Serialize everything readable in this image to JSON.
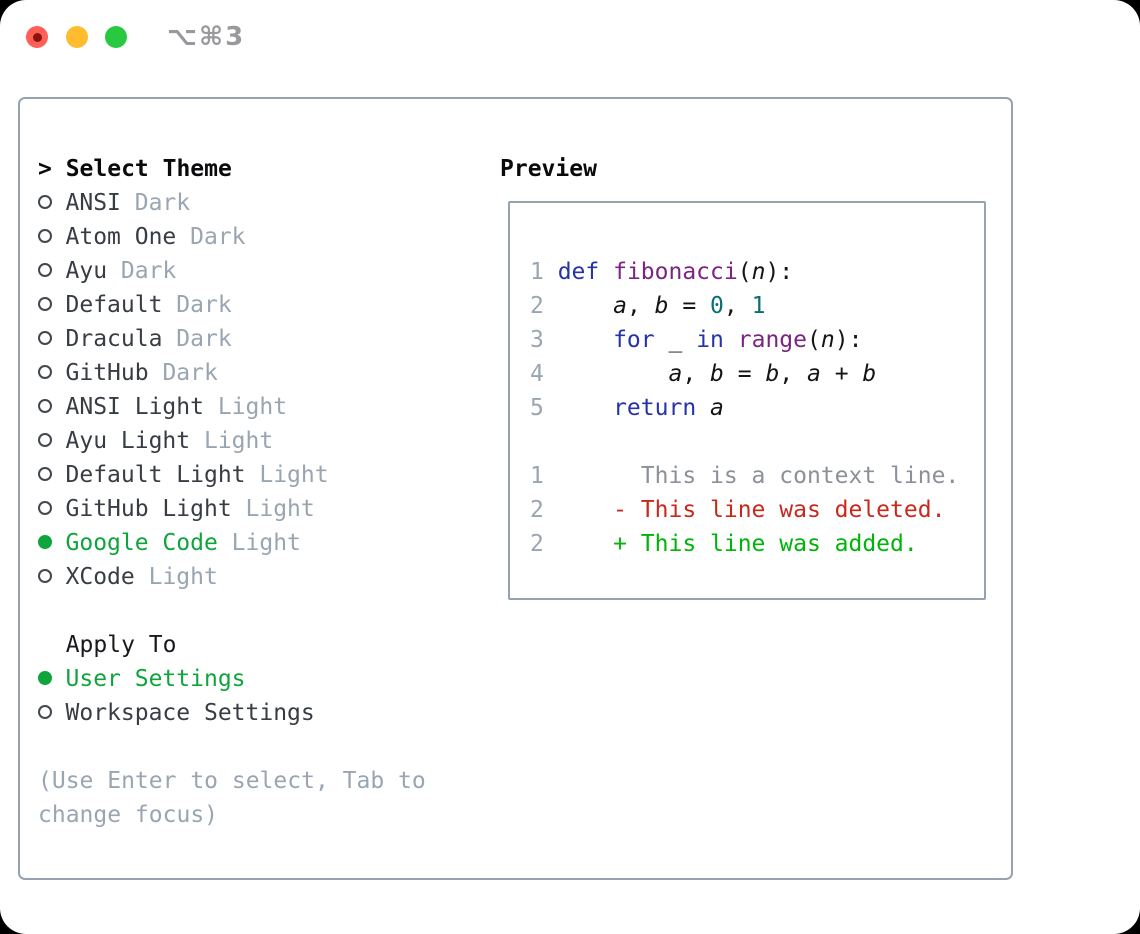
{
  "window": {
    "shortcut": "⌥⌘3",
    "controls": [
      {
        "name": "close",
        "color": "#ff5f57",
        "dot": true
      },
      {
        "name": "minimize",
        "color": "#febc2e",
        "dot": false
      },
      {
        "name": "zoom",
        "color": "#28c840",
        "dot": false
      }
    ]
  },
  "colors": {
    "accent_green": "#0fa53c",
    "diff_added": "#00b40a",
    "diff_deleted": "#c9291c",
    "diff_context": "#8b9099",
    "keyword_blue": "#2633a8",
    "function_purple": "#7c2483",
    "number_teal": "#0a6e74",
    "muted_slate": "#9aa5b2",
    "panel_border": "#97a2b0"
  },
  "picker": {
    "prompt": ">",
    "title": "Select Theme",
    "themes": [
      {
        "name": "ANSI",
        "variant": "Dark",
        "selected": false
      },
      {
        "name": "Atom One",
        "variant": "Dark",
        "selected": false
      },
      {
        "name": "Ayu",
        "variant": "Dark",
        "selected": false
      },
      {
        "name": "Default",
        "variant": "Dark",
        "selected": false
      },
      {
        "name": "Dracula",
        "variant": "Dark",
        "selected": false
      },
      {
        "name": "GitHub",
        "variant": "Dark",
        "selected": false
      },
      {
        "name": "ANSI Light",
        "variant": "Light",
        "selected": false
      },
      {
        "name": "Ayu Light",
        "variant": "Light",
        "selected": false
      },
      {
        "name": "Default Light",
        "variant": "Light",
        "selected": false
      },
      {
        "name": "GitHub Light",
        "variant": "Light",
        "selected": false
      },
      {
        "name": "Google Code",
        "variant": "Light",
        "selected": true
      },
      {
        "name": "XCode",
        "variant": "Light",
        "selected": false
      }
    ],
    "apply_to": {
      "title": "Apply To",
      "options": [
        {
          "label": "User Settings",
          "selected": true
        },
        {
          "label": "Workspace Settings",
          "selected": false
        }
      ]
    },
    "hint": "(Use Enter to select, Tab to change focus)"
  },
  "preview": {
    "title": "Preview",
    "code_lines": [
      {
        "num": "1",
        "tokens": [
          [
            "kw",
            "def"
          ],
          [
            "pl",
            " "
          ],
          [
            "fn",
            "fibonacci"
          ],
          [
            "pl",
            "("
          ],
          [
            "va",
            "n"
          ],
          [
            "pl",
            "):"
          ]
        ]
      },
      {
        "num": "2",
        "tokens": [
          [
            "pl",
            "    "
          ],
          [
            "va",
            "a"
          ],
          [
            "pl",
            ", "
          ],
          [
            "va",
            "b"
          ],
          [
            "pl",
            " = "
          ],
          [
            "nu",
            "0"
          ],
          [
            "pl",
            ", "
          ],
          [
            "nu",
            "1"
          ]
        ]
      },
      {
        "num": "3",
        "tokens": [
          [
            "pl",
            "    "
          ],
          [
            "kw",
            "for"
          ],
          [
            "pl",
            " "
          ],
          [
            "va",
            "_"
          ],
          [
            "pl",
            " "
          ],
          [
            "kw",
            "in"
          ],
          [
            "pl",
            " "
          ],
          [
            "fn",
            "range"
          ],
          [
            "pl",
            "("
          ],
          [
            "va",
            "n"
          ],
          [
            "pl",
            "):"
          ]
        ]
      },
      {
        "num": "4",
        "tokens": [
          [
            "pl",
            "        "
          ],
          [
            "va",
            "a"
          ],
          [
            "pl",
            ", "
          ],
          [
            "va",
            "b"
          ],
          [
            "pl",
            " = "
          ],
          [
            "va",
            "b"
          ],
          [
            "pl",
            ", "
          ],
          [
            "va",
            "a"
          ],
          [
            "pl",
            " + "
          ],
          [
            "va",
            "b"
          ]
        ]
      },
      {
        "num": "5",
        "tokens": [
          [
            "pl",
            "    "
          ],
          [
            "kw",
            "return"
          ],
          [
            "pl",
            " "
          ],
          [
            "va",
            "a"
          ]
        ]
      }
    ],
    "diff_lines": [
      {
        "num": "1",
        "kind": "ctx",
        "marker": " ",
        "text": "This is a context line."
      },
      {
        "num": "2",
        "kind": "del",
        "marker": "-",
        "text": "This line was deleted."
      },
      {
        "num": "2",
        "kind": "add",
        "marker": "+",
        "text": "This line was added."
      }
    ]
  }
}
